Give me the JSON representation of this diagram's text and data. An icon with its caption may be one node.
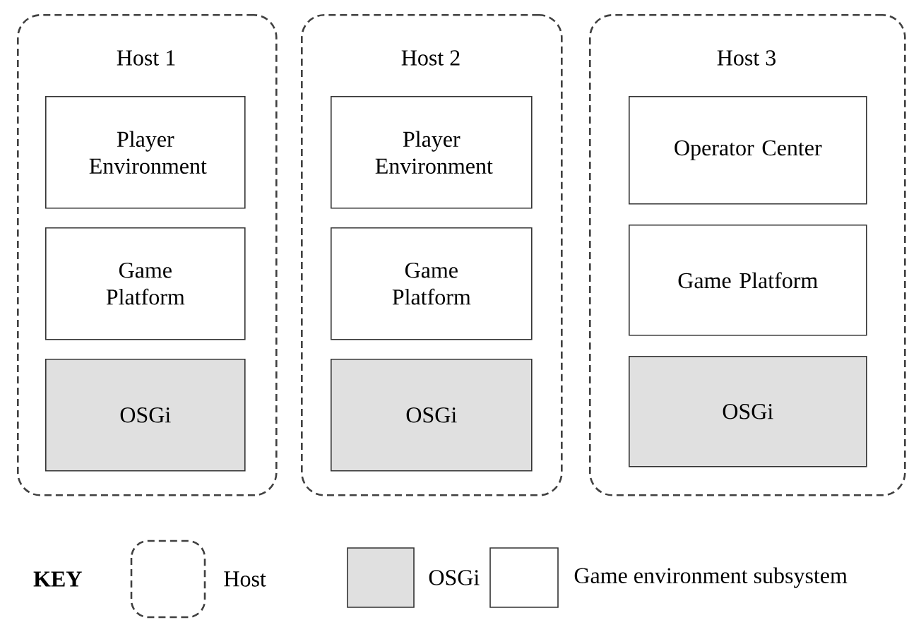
{
  "diagram": {
    "nodes": [
      {
        "text": [
          "Host 1"
        ]
      },
      {
        "text": [
          "Player Environment"
        ],
        "in": 0
      },
      {
        "text": [
          "Game Platform"
        ],
        "in": 0
      },
      {
        "text": [
          "OSGi"
        ],
        "in": 0
      },
      {
        "text": [
          "Host 2"
        ]
      },
      {
        "text": [
          "Player Environment"
        ],
        "in": 4
      },
      {
        "text": [
          "Game Platform"
        ],
        "in": 4
      },
      {
        "text": [
          "OSGi"
        ],
        "in": 4
      },
      {
        "text": [
          "Host 3"
        ]
      },
      {
        "text": [
          "Operator Center"
        ],
        "in": 8
      },
      {
        "text": [
          "Game Platform"
        ],
        "in": 8
      },
      {
        "text": [
          "OSGi"
        ],
        "in": 8
      }
    ],
    "labels": [
      "KEY"
    ],
    "legend": [
      {
        "text": "Host"
      },
      {
        "text": "OSGi",
        "color": "#e0e0e0"
      },
      {
        "text": "Game environment subsystem"
      }
    ]
  }
}
